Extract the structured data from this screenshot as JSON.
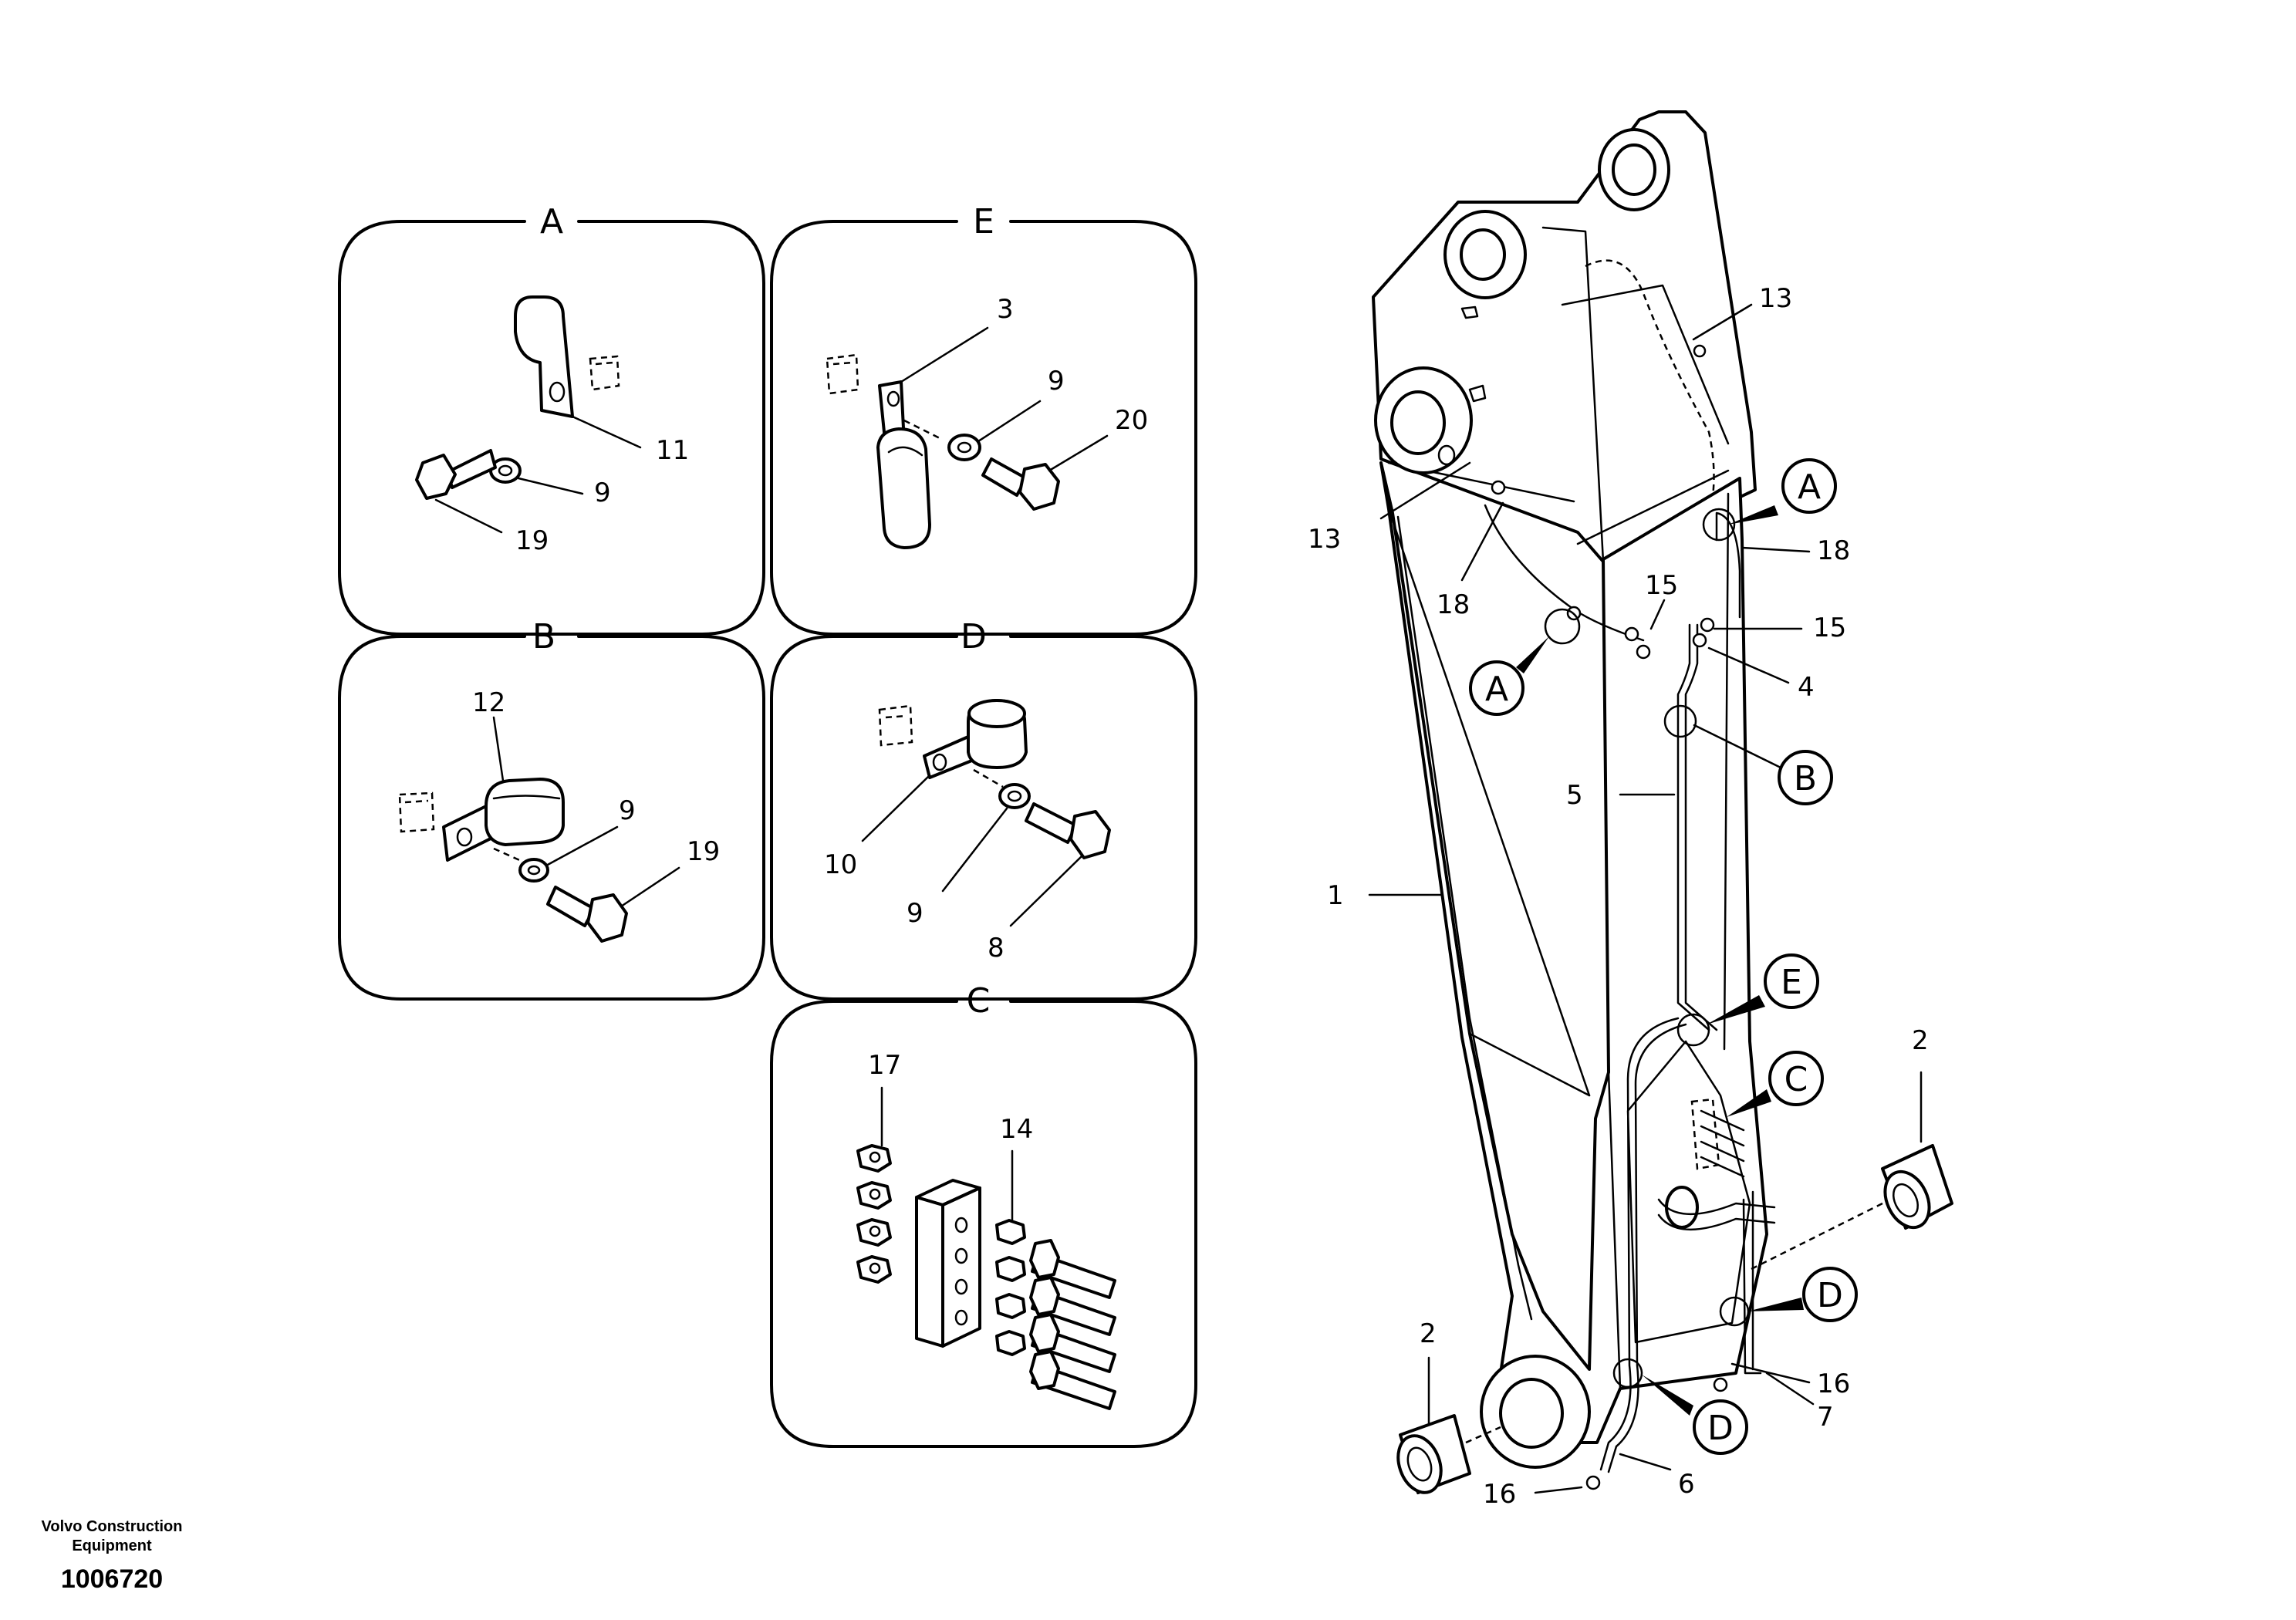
{
  "detail_panels": {
    "A": {
      "title": "A",
      "callouts": [
        "11",
        "9",
        "19"
      ]
    },
    "E": {
      "title": "E",
      "callouts": [
        "3",
        "9",
        "20"
      ]
    },
    "B": {
      "title": "B",
      "callouts": [
        "12",
        "9",
        "19"
      ]
    },
    "D": {
      "title": "D",
      "callouts": [
        "10",
        "9",
        "8"
      ]
    },
    "C": {
      "title": "C",
      "callouts": [
        "17",
        "14"
      ]
    }
  },
  "boom_callouts": {
    "c13_top": "13",
    "c13_left": "13",
    "c18_left": "18",
    "c18_right": "18",
    "c15_left": "15",
    "c15_right": "15",
    "c4": "4",
    "c5": "5",
    "c1": "1",
    "c2_right": "2",
    "c2_left": "2",
    "c16_right": "16",
    "c16_left": "16",
    "c7": "7",
    "c6": "6"
  },
  "detail_markers": {
    "A_right": "A",
    "A_left": "A",
    "B": "B",
    "E": "E",
    "C": "C",
    "D_right": "D",
    "D_lower": "D"
  },
  "footer": {
    "brand_line1": "Volvo Construction",
    "brand_line2": "Equipment",
    "drawing_number": "1006720"
  }
}
